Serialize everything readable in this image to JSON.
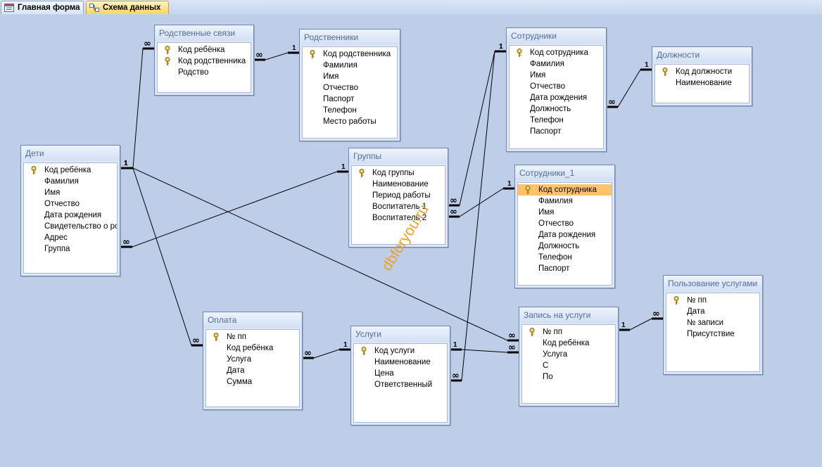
{
  "tabs": [
    {
      "label": "Главная форма",
      "icon": "form-icon",
      "active": false
    },
    {
      "label": "Схема данных",
      "icon": "relationships-icon",
      "active": true
    }
  ],
  "tables": [
    {
      "name": "rodstv-svyazi",
      "title": "Родственные связи",
      "fields": [
        {
          "label": "Код ребёнка",
          "key": true
        },
        {
          "label": "Код родственника",
          "key": true
        },
        {
          "label": "Родство",
          "key": false
        }
      ]
    },
    {
      "name": "rodstvenniki",
      "title": "Родственники",
      "fields": [
        {
          "label": "Код родственника",
          "key": true
        },
        {
          "label": "Фамилия",
          "key": false
        },
        {
          "label": "Имя",
          "key": false
        },
        {
          "label": "Отчество",
          "key": false
        },
        {
          "label": "Паспорт",
          "key": false
        },
        {
          "label": "Телефон",
          "key": false
        },
        {
          "label": "Место работы",
          "key": false
        }
      ]
    },
    {
      "name": "sotrudniki",
      "title": "Сотрудники",
      "fields": [
        {
          "label": "Код сотрудника",
          "key": true
        },
        {
          "label": "Фамилия",
          "key": false
        },
        {
          "label": "Имя",
          "key": false
        },
        {
          "label": "Отчество",
          "key": false
        },
        {
          "label": "Дата рождения",
          "key": false
        },
        {
          "label": "Должность",
          "key": false
        },
        {
          "label": "Телефон",
          "key": false
        },
        {
          "label": "Паспорт",
          "key": false
        }
      ]
    },
    {
      "name": "dolzhnosti",
      "title": "Должности",
      "fields": [
        {
          "label": "Код должности",
          "key": true
        },
        {
          "label": "Наименование",
          "key": false
        }
      ]
    },
    {
      "name": "deti",
      "title": "Дети",
      "fields": [
        {
          "label": "Код ребёнка",
          "key": true
        },
        {
          "label": "Фамилия",
          "key": false
        },
        {
          "label": "Имя",
          "key": false
        },
        {
          "label": "Отчество",
          "key": false
        },
        {
          "label": "Дата рождения",
          "key": false
        },
        {
          "label": "Свидетельство о ро",
          "key": false
        },
        {
          "label": "Адрес",
          "key": false
        },
        {
          "label": "Группа",
          "key": false
        }
      ]
    },
    {
      "name": "gruppy",
      "title": "Группы",
      "fields": [
        {
          "label": "Код группы",
          "key": true
        },
        {
          "label": "Наименование",
          "key": false
        },
        {
          "label": "Период работы",
          "key": false
        },
        {
          "label": "Воспитатель 1",
          "key": false
        },
        {
          "label": "Воспитатель 2",
          "key": false
        }
      ]
    },
    {
      "name": "sotrudniki-1",
      "title": "Сотрудники_1",
      "fields": [
        {
          "label": "Код сотрудника",
          "key": true,
          "selected": true
        },
        {
          "label": "Фамилия",
          "key": false
        },
        {
          "label": "Имя",
          "key": false
        },
        {
          "label": "Отчество",
          "key": false
        },
        {
          "label": "Дата рождения",
          "key": false
        },
        {
          "label": "Должность",
          "key": false
        },
        {
          "label": "Телефон",
          "key": false
        },
        {
          "label": "Паспорт",
          "key": false
        }
      ]
    },
    {
      "name": "polzovanie-uslugami",
      "title": "Пользование услугами",
      "fields": [
        {
          "label": "№ пп",
          "key": true
        },
        {
          "label": "Дата",
          "key": false
        },
        {
          "label": "№ записи",
          "key": false
        },
        {
          "label": "Присутствие",
          "key": false
        }
      ]
    },
    {
      "name": "oplata",
      "title": "Оплата",
      "fields": [
        {
          "label": "№ пп",
          "key": true
        },
        {
          "label": "Код ребёнка",
          "key": false
        },
        {
          "label": "Услуга",
          "key": false
        },
        {
          "label": "Дата",
          "key": false
        },
        {
          "label": "Сумма",
          "key": false
        }
      ]
    },
    {
      "name": "uslugi",
      "title": "Услуги",
      "fields": [
        {
          "label": "Код услуги",
          "key": true
        },
        {
          "label": "Наименование",
          "key": false
        },
        {
          "label": "Цена",
          "key": false
        },
        {
          "label": "Ответственный",
          "key": false
        }
      ]
    },
    {
      "name": "zapis-na-uslugi",
      "title": "Запись на услуги",
      "fields": [
        {
          "label": "№ пп",
          "key": true
        },
        {
          "label": "Код ребёнка",
          "key": false
        },
        {
          "label": "Услуга",
          "key": false
        },
        {
          "label": "С",
          "key": false
        },
        {
          "label": "По",
          "key": false
        }
      ]
    }
  ],
  "relationships": [
    {
      "one": "deti",
      "many": "rodstv-svyazi"
    },
    {
      "one": "rodstvenniki",
      "many": "rodstv-svyazi"
    },
    {
      "one": "dolzhnosti",
      "many": "sotrudniki"
    },
    {
      "one": "gruppy",
      "many": "deti"
    },
    {
      "one": "sotrudniki",
      "many": "gruppy"
    },
    {
      "one": "sotrudniki-1",
      "many": "gruppy"
    },
    {
      "one": "sotrudniki",
      "many": "uslugi"
    },
    {
      "one": "deti",
      "many": "oplata"
    },
    {
      "one": "uslugi",
      "many": "oplata"
    },
    {
      "one": "deti",
      "many": "zapis-na-uslugi"
    },
    {
      "one": "uslugi",
      "many": "zapis-na-uslugi"
    },
    {
      "one": "zapis-na-uslugi",
      "many": "polzovanie-uslugami"
    }
  ],
  "symbols": {
    "one": "1",
    "many": "∞"
  },
  "watermark": "dbforyou.ru",
  "colors": {
    "background": "#bfcee8",
    "active_tab": "#ffd55a",
    "table_title_text": "#506b9e",
    "selected_field": "#ffc46b"
  }
}
